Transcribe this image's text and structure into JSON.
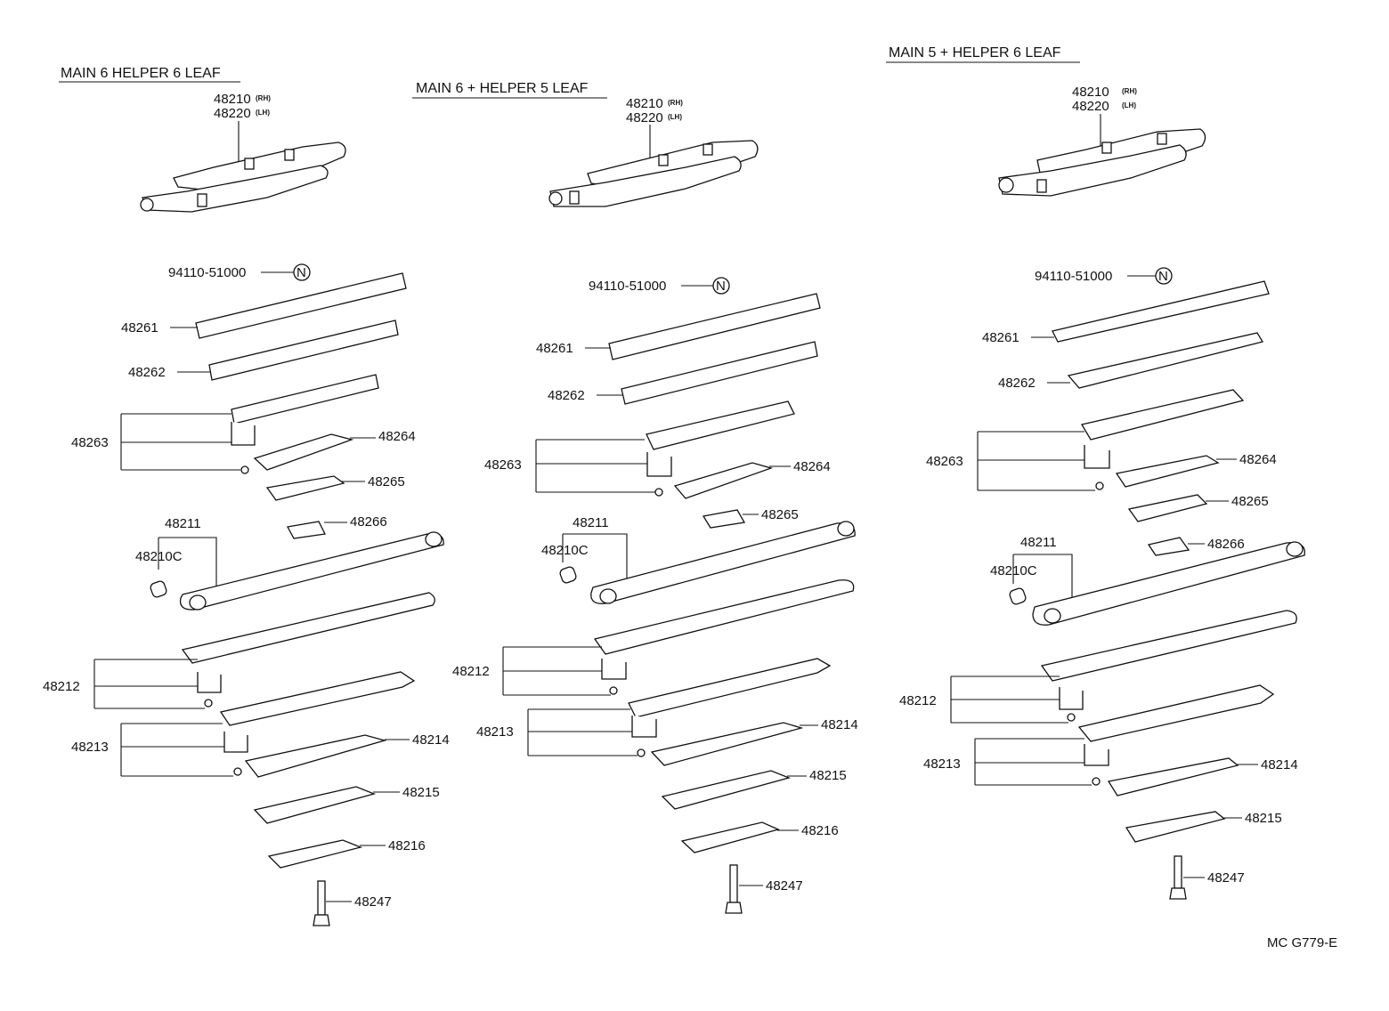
{
  "diagram": {
    "code": "MC G779-E",
    "notice_symbol": "N",
    "side_rh": "(RH)",
    "side_lh": "(LH)",
    "columns": [
      {
        "title": "MAIN 6 HELPER 6 LEAF",
        "assembly": [
          "48210",
          "48220"
        ],
        "labels": {
          "nut": "94110-51000",
          "l1": "48261",
          "l2": "48262",
          "l3": "48263",
          "l4": "48264",
          "l5": "48265",
          "l6": "48266",
          "m1": "48211",
          "bush": "48210C",
          "m2": "48212",
          "m3": "48213",
          "m4": "48214",
          "m5": "48215",
          "m6": "48216",
          "bolt": "48247"
        }
      },
      {
        "title": "MAIN 6 + HELPER 5 LEAF",
        "assembly": [
          "48210",
          "48220"
        ],
        "labels": {
          "nut": "94110-51000",
          "l1": "48261",
          "l2": "48262",
          "l3": "48263",
          "l4": "48264",
          "l5": "48265",
          "m1": "48211",
          "bush": "48210C",
          "m2": "48212",
          "m3": "48213",
          "m4": "48214",
          "m5": "48215",
          "m6": "48216",
          "bolt": "48247"
        }
      },
      {
        "title": "MAIN 5 + HELPER 6 LEAF",
        "assembly": [
          "48210",
          "48220"
        ],
        "labels": {
          "nut": "94110-51000",
          "l1": "48261",
          "l2": "48262",
          "l3": "48263",
          "l4": "48264",
          "l5": "48265",
          "l6": "48266",
          "m1": "48211",
          "bush": "48210C",
          "m2": "48212",
          "m3": "48213",
          "m4": "48214",
          "m5": "48215",
          "bolt": "48247"
        }
      }
    ]
  }
}
